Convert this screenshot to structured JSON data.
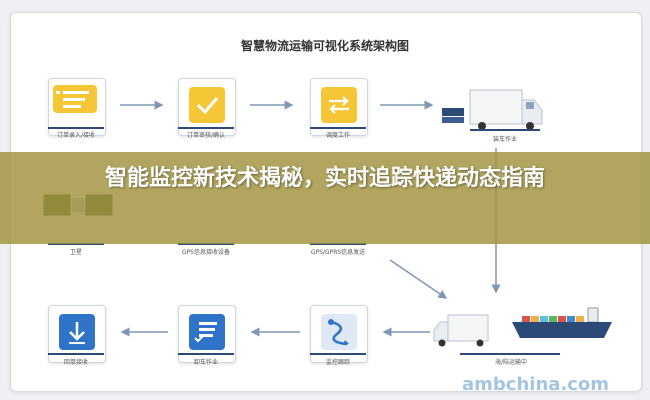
{
  "diagram": {
    "title": "智慧物流运输可视化系统架构图",
    "nodes": {
      "order_entry": "订单录入/接收",
      "order_review": "订单审核/确认",
      "dispatch": "调度工作",
      "loading": "装车作业",
      "satellite": "卫星",
      "gps_device": "GPS信息接收设备",
      "gps_sending": "GPS/GPRS信息发送",
      "sea_land": "海/陆运输中",
      "route_tracking": "监控跟踪",
      "delivery": "卸车作业",
      "receipt": "回单接收"
    }
  },
  "banner": {
    "headline": "智能监控新技术揭秘，实时追踪快递动态指南"
  },
  "watermark": "ambchina.com",
  "colors": {
    "card_border": "#cfd6df",
    "arrow": "#7f97b5",
    "yellow_panel": "#f5c636",
    "blue_panel": "#2f74c8",
    "banner": "#a0913c"
  }
}
